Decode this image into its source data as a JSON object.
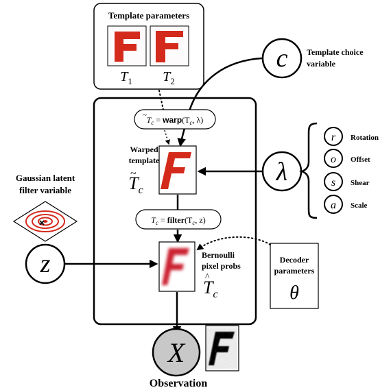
{
  "template_box": {
    "title": "Template parameters",
    "t1_label": "T",
    "t1_sub": "1",
    "t2_label": "T",
    "t2_sub": "2"
  },
  "choice_node": {
    "symbol": "c",
    "label_line1": "Template choice",
    "label_line2": "variable"
  },
  "warp_fn": {
    "lhs": "T",
    "lhs_sub": "c",
    "eq": " = ",
    "op": "warp",
    "args": "(T",
    "args_sub": "c",
    "args_end": ", λ)"
  },
  "warped_template": {
    "label_line1": "Warped",
    "label_line2": "template",
    "symbol": "T",
    "symbol_sub": "c"
  },
  "lambda_node": {
    "symbol": "λ"
  },
  "transform_params": [
    {
      "symbol": "r",
      "label": "Rotation"
    },
    {
      "symbol": "o",
      "label": "Offset"
    },
    {
      "symbol": "s",
      "label": "Shear"
    },
    {
      "symbol": "a",
      "label": "Scale"
    }
  ],
  "gaussian_filter": {
    "label_line1": "Gaussian latent",
    "label_line2": "filter variable"
  },
  "filter_fn": {
    "lhs": "T",
    "lhs_sub": "c",
    "eq": " = ",
    "op": "filter",
    "args": "(T",
    "args_sub": "c",
    "args_end": ", z)"
  },
  "z_node": {
    "symbol": "z"
  },
  "bernoulli": {
    "label_line1": "Bernoulli",
    "label_line2": "pixel probs",
    "symbol": "T",
    "symbol_sub": "c"
  },
  "decoder": {
    "label_line1": "Decoder",
    "label_line2": "parameters",
    "symbol": "θ"
  },
  "observation": {
    "symbol": "X",
    "label": "Observation"
  },
  "colors": {
    "template_red": "#d42a1c",
    "blur_red": "#cc2233",
    "observed_node_fill": "#c8c8c8",
    "ink": "#000000"
  },
  "icons": [
    "letter-f-template-icon",
    "gaussian-spiral-icon",
    "noisy-f-observation-icon"
  ]
}
